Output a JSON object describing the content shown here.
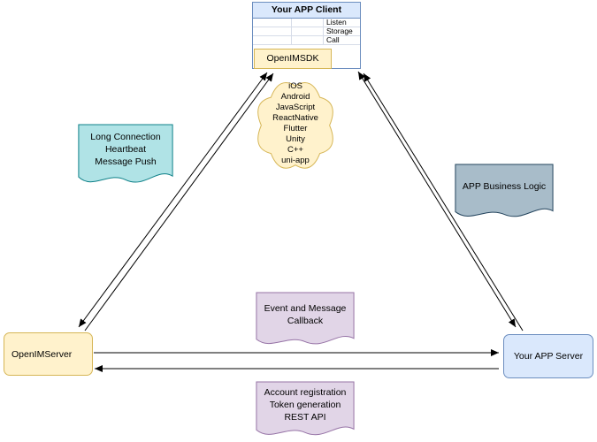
{
  "client": {
    "title": "Your APP Client",
    "rows": [
      "Listen",
      "Storage",
      "Call"
    ],
    "sdk": "OpenIMSDK"
  },
  "cloud": {
    "platforms": [
      "iOS",
      "Android",
      "JavaScript",
      "ReactNative",
      "Flutter",
      "Unity",
      "C++",
      "uni-app"
    ]
  },
  "notes": {
    "left": "Long Connection\nHeartbeat\nMessage Push",
    "right": "APP Business Logic",
    "center": "Event and Message\nCallback",
    "bottom": "Account registration\nToken generation\nREST API"
  },
  "servers": {
    "openim": "OpenIMServer",
    "app": "Your APP Server"
  },
  "colors": {
    "blue_fill": "#dae8fc",
    "blue_border": "#6c8ebf",
    "yellow_fill": "#fff2cc",
    "yellow_border": "#d6b656",
    "teal_fill": "#b0e3e6",
    "teal_border": "#0e8088",
    "grayblue_fill": "#a8bcc9",
    "grayblue_border": "#23445d",
    "purple_fill": "#e1d5e7",
    "purple_border": "#9673a6",
    "arrow_color": "#000000"
  }
}
